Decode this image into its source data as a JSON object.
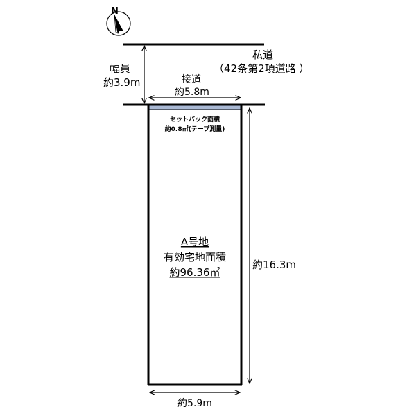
{
  "compass": {
    "north_label": "N"
  },
  "road": {
    "name": "私道",
    "type": "（42条第2項道路 ）",
    "width_label": "幅員",
    "width_value": "約3.9m"
  },
  "frontage": {
    "label": "接道",
    "value": "約5.8m"
  },
  "setback": {
    "label": "セットバック面積",
    "value": "約0.8㎡(テープ測量)"
  },
  "lot": {
    "name": "A号地",
    "area_label": "有効宅地面積",
    "area_value": "約96.36㎡",
    "depth": "約16.3m",
    "rear_width": "約5.9m"
  },
  "colors": {
    "line": "#000000",
    "setback_fill": "#a9b8d3",
    "background": "#ffffff"
  }
}
